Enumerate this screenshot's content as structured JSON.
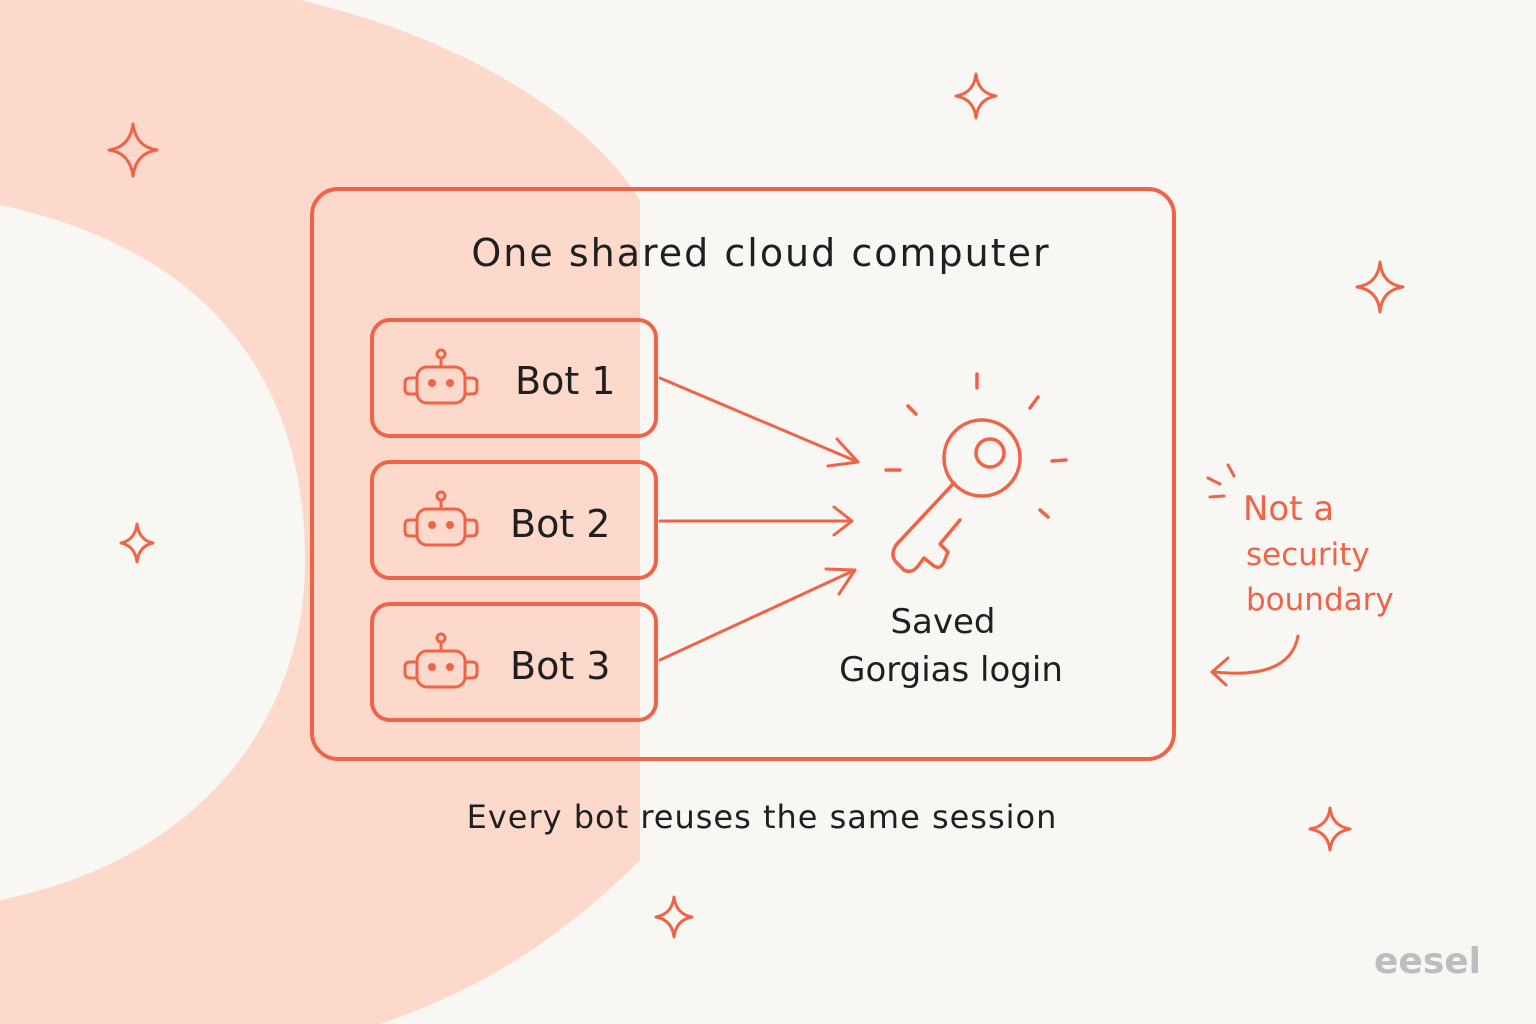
{
  "diagram": {
    "title": "One shared cloud computer",
    "bots": [
      {
        "label": "Bot 1"
      },
      {
        "label": "Bot 2"
      },
      {
        "label": "Bot 3"
      }
    ],
    "key": {
      "label_line1": "Saved",
      "label_line2": "Gorgias login"
    },
    "side_note": {
      "line1": "Not a",
      "line2": "security",
      "line3": "boundary"
    },
    "caption": "Every bot reuses the same session"
  },
  "brand": "eesel",
  "colors": {
    "accent": "#ef6447",
    "blob": "#fdd9cc",
    "background": "#f9f7f3",
    "text": "#1f1f1f",
    "logo": "#bdbdbd"
  },
  "icons": [
    "robot-icon",
    "key-icon",
    "sparkle-icon",
    "arrow-icon"
  ]
}
